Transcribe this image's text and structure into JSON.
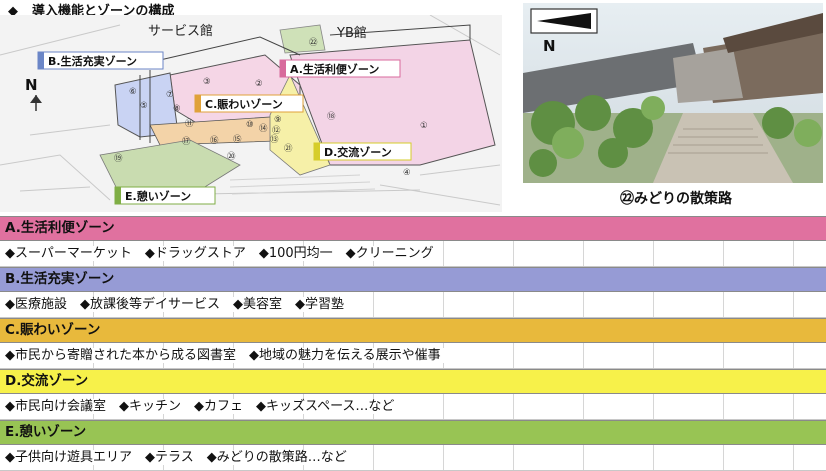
{
  "title": {
    "bullet": "◆",
    "text": "導入機能とゾーンの構成"
  },
  "map": {
    "building_labels": {
      "service": "サービス館",
      "yb": "YB館"
    },
    "compass": "N",
    "zone_labels": {
      "a": "A.生活利便ゾーン",
      "b": "B.生活充実ゾーン",
      "c": "C.賑わいゾーン",
      "d": "D.交流ゾーン",
      "e": "E.憩いゾーン"
    },
    "numbers": [
      "①",
      "②",
      "③",
      "④",
      "⑤",
      "⑥",
      "⑦",
      "⑧",
      "⑨",
      "⑩",
      "⑪",
      "⑫",
      "⑬",
      "⑭",
      "⑮",
      "⑯",
      "⑰",
      "⑱",
      "⑲",
      "⑳",
      "㉑",
      "㉒"
    ]
  },
  "photo": {
    "compass": "N",
    "caption": "㉒みどりの散策路"
  },
  "zones": [
    {
      "heading": "A.生活利便ゾーン",
      "items": "◆スーパーマーケット　◆ドラッグストア　◆100円均一　◆クリーニング",
      "color": "#e0719f"
    },
    {
      "heading": "B.生活充実ゾーン",
      "items": "◆医療施設　◆放課後等デイサービス　◆美容室　◆学習塾",
      "color": "#969bd5"
    },
    {
      "heading": "C.賑わいゾーン",
      "items": "◆市民から寄贈された本から成る図書室　◆地域の魅力を伝える展示や催事",
      "color": "#e8b93c"
    },
    {
      "heading": "D.交流ゾーン",
      "items": "◆市民向け会議室　◆キッチン　◆カフェ　◆キッズスペース…など",
      "color": "#f7f14a"
    },
    {
      "heading": "E.憩いゾーン",
      "items": "◆子供向け遊具エリア　◆テラス　◆みどりの散策路…など",
      "color": "#98c454"
    }
  ]
}
